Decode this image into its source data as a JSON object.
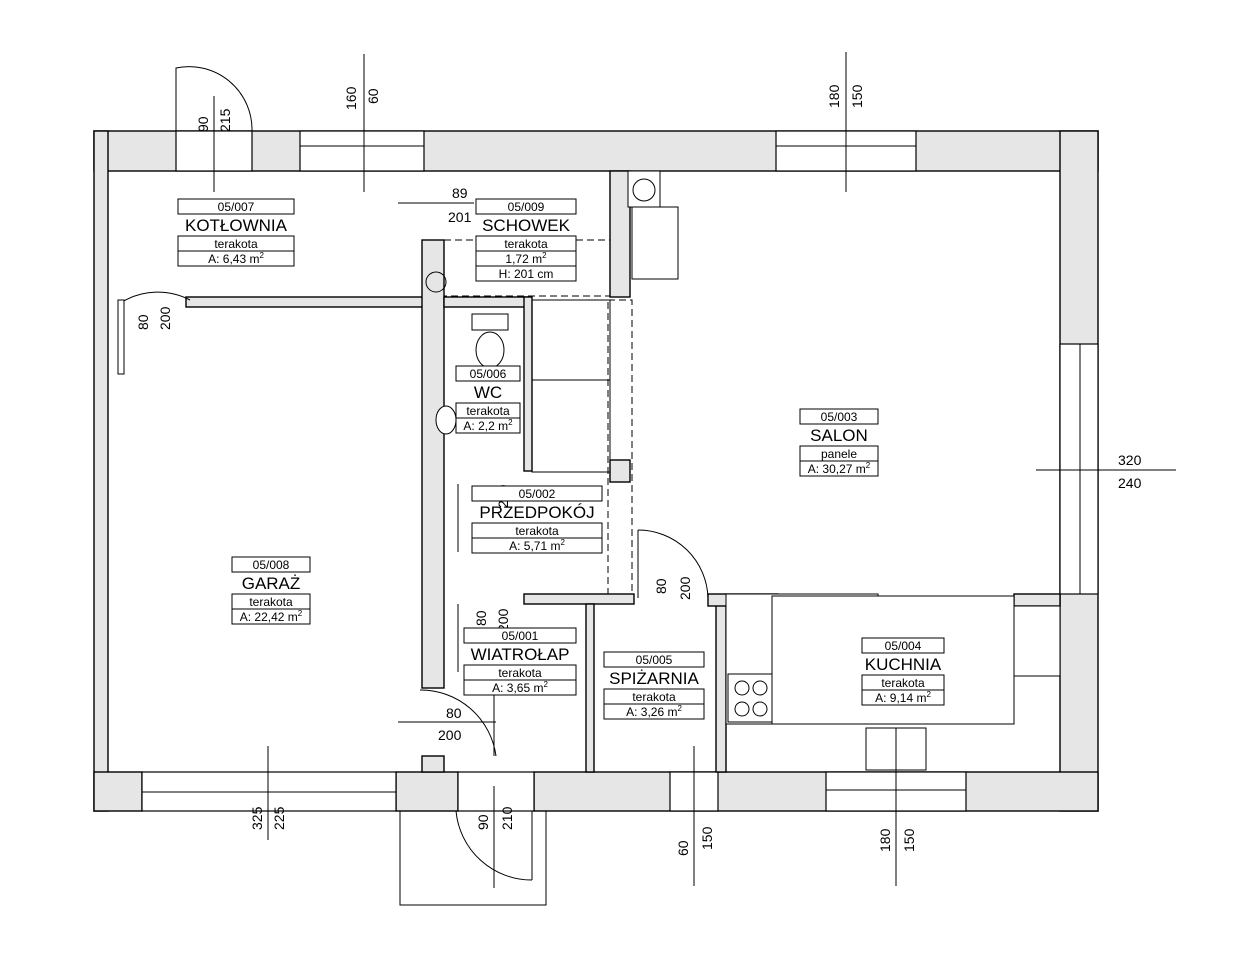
{
  "rooms": [
    {
      "id": "05/007",
      "name": "KOTŁOWNIA",
      "finish": "terakota",
      "area": "A: 6,43 m",
      "sup": "2"
    },
    {
      "id": "05/009",
      "name": "SCHOWEK",
      "finish": "terakota",
      "area": "1,72 m",
      "sup": "2",
      "height": "H: 201 cm"
    },
    {
      "id": "05/006",
      "name": "WC",
      "finish": "terakota",
      "area": "A: 2,2 m",
      "sup": "2"
    },
    {
      "id": "05/003",
      "name": "SALON",
      "finish": "panele",
      "area": "A: 30,27 m",
      "sup": "2"
    },
    {
      "id": "05/002",
      "name": "PRZEDPOKÓJ",
      "finish": "terakota",
      "area": "A: 5,71 m",
      "sup": "2"
    },
    {
      "id": "05/008",
      "name": "GARAŻ",
      "finish": "terakota",
      "area": "A: 22,42 m",
      "sup": "2"
    },
    {
      "id": "05/001",
      "name": "WIATROŁAP",
      "finish": "terakota",
      "area": "A: 3,65 m",
      "sup": "2"
    },
    {
      "id": "05/005",
      "name": "SPIŻARNIA",
      "finish": "terakota",
      "area": "A: 3,26 m",
      "sup": "2"
    },
    {
      "id": "05/004",
      "name": "KUCHNIA",
      "finish": "terakota",
      "area": "A: 9,14 m",
      "sup": "2"
    }
  ],
  "dims": {
    "kotlownia_window_w": "90",
    "kotlownia_window_h": "215",
    "top_window1_w": "160",
    "top_window1_h": "60",
    "top_window2_w": "180",
    "top_window2_h": "150",
    "schowek_door_w": "89",
    "schowek_door_h": "201",
    "kotlownia_door_w": "80",
    "kotlownia_door_h": "200",
    "wc_door_w": "80",
    "wc_door_h": "200",
    "wiatrolap_door_w": "80",
    "wiatrolap_door_h": "200",
    "spizarnia_door_w": "80",
    "spizarnia_door_h": "200",
    "entrance_door_w": "80",
    "entrance_door_h": "200",
    "salon_window_w": "320",
    "salon_window_h": "240",
    "garage_gate_w": "325",
    "garage_gate_h": "225",
    "entrance_bottom_w": "90",
    "entrance_bottom_h": "210",
    "spizarnia_window_w": "60",
    "spizarnia_window_h": "150",
    "kuchnia_window_w": "180",
    "kuchnia_window_h": "150"
  }
}
